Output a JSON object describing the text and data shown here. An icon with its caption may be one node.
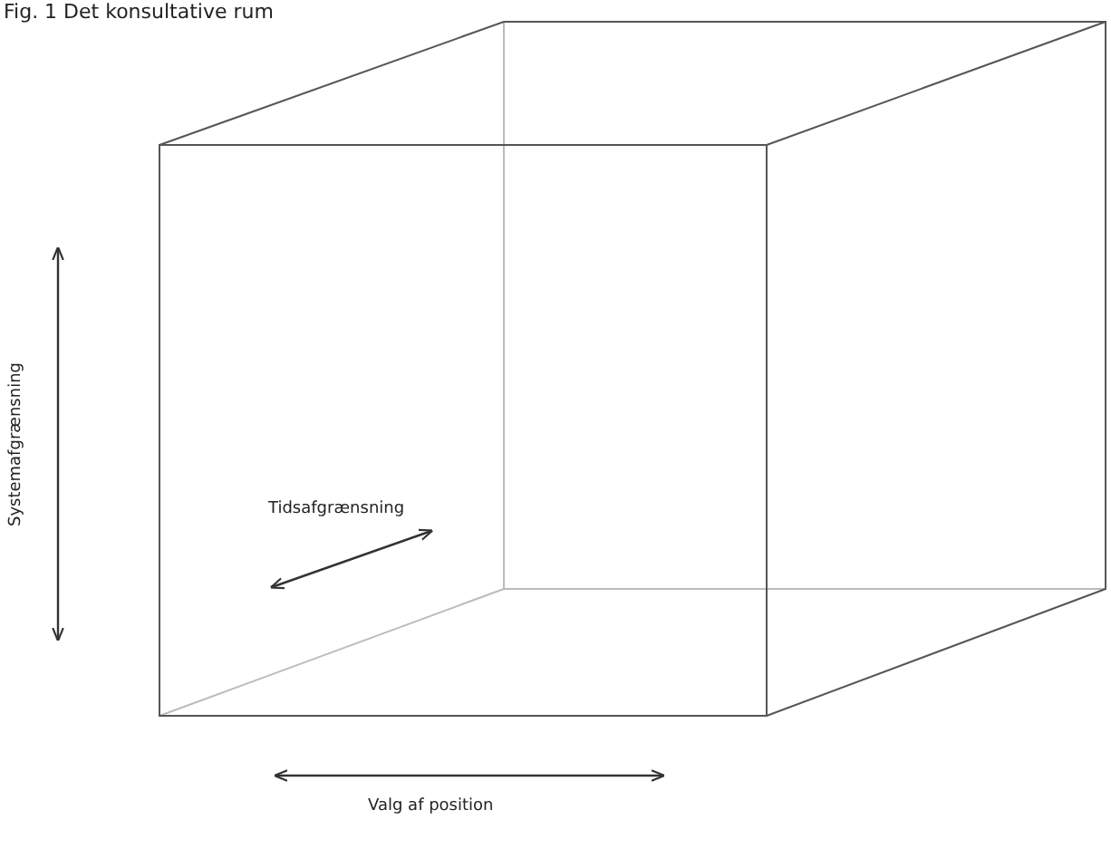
{
  "diagram": {
    "title": "Fig. 1 Det konsultative rum",
    "labels": [
      "Systemafgrænsning",
      "Tidsafgrænsning",
      "Valg af position"
    ]
  }
}
